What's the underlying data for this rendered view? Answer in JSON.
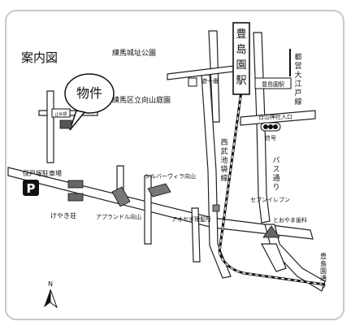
{
  "title": "案内図",
  "property": "物件",
  "station": [
    "豊",
    "島",
    "園",
    "駅"
  ],
  "labels": {
    "nerima_castle_park": "練馬城址公園",
    "koyama_park": "練馬区立向山庭園",
    "toshimaen_yuugi": "遊一番",
    "toshimaen_station_small": "豊島園駅",
    "toei_oedo_line": [
      "都",
      "営",
      "大",
      "江",
      "戸",
      "線"
    ],
    "shirayama_jinja": "白山神社入口",
    "signal": "信号",
    "bus_street": [
      "バ",
      "ス",
      "通",
      "り"
    ],
    "seibu_line": [
      "西",
      "武",
      "池",
      "袋",
      "線"
    ],
    "seven_eleven": "セブンイレブン",
    "parking": "保戸塚駐車場",
    "keyakiso": "けやき荘",
    "silver_villa": "シルバーヴィラ向山",
    "apland": "アプランドル向山",
    "aoyagi": "アオヤギ理髪所",
    "dental": "とおやま歯科",
    "toshimaen_street": [
      "豊",
      "島",
      "園",
      "通",
      "り"
    ],
    "stop_sign": "止め標",
    "parking_icon": "P",
    "north": "N"
  },
  "colors": {
    "ink": "#111111",
    "border": "#c9c9c9"
  }
}
